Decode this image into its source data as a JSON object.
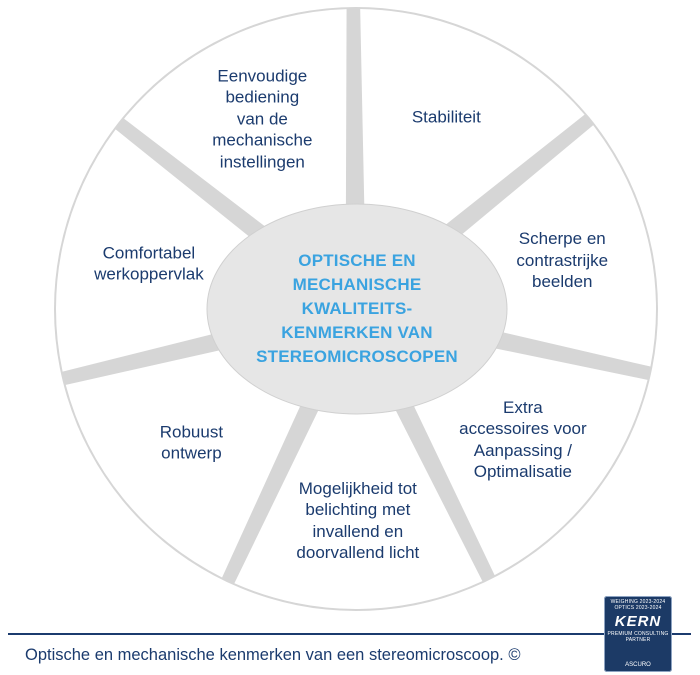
{
  "diagram": {
    "center_label": "OPTISCHE EN\nMECHANISCHE\nKWALITEITS-\nKENMERKEN VAN\nSTEREOMICROSCOPEN",
    "segments": [
      {
        "label": "Stabiliteit"
      },
      {
        "label": "Scherpe en\ncontrastrijke\nbeelden"
      },
      {
        "label": "Extra\naccessoires voor\nAanpassing /\nOptimalisatie"
      },
      {
        "label": "Mogelijkheid tot\nbelichting met\ninvallend en\ndoorvallend licht"
      },
      {
        "label": "Robuust\nontwerp"
      },
      {
        "label": "Comfortabel\nwerkoppervlak"
      },
      {
        "label": "Eenvoudige\nbediening\nvan de\nmechanische\ninstellingen"
      }
    ],
    "colors": {
      "text": "#1b3b6e",
      "accent": "#3aa3e0",
      "segment_fill": "#ffffff",
      "gap": "#d6d6d6",
      "hub_fill": "#e6e6e6"
    }
  },
  "caption": "Optische en mechanische kenmerken van een stereomicroscoop. ©",
  "badge": {
    "line1": "WEIGHING  2023-2024",
    "line2": "OPTICS  2023-2024",
    "logo": "KERN",
    "line3": "PREMIUM CONSULTING",
    "line4": "PARTNER",
    "line5": "ASCURO"
  }
}
